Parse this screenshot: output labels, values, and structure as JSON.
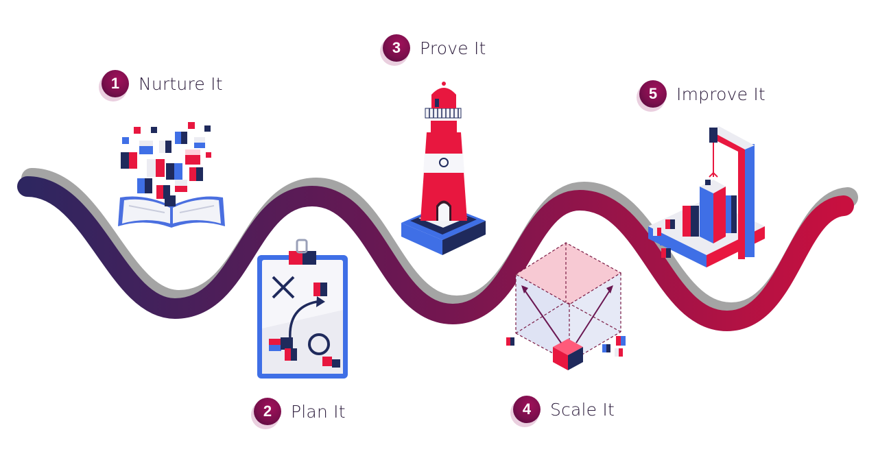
{
  "steps": [
    {
      "number": "1",
      "label": "Nurture It",
      "icon": "open-book-cubes-icon"
    },
    {
      "number": "2",
      "label": "Plan It",
      "icon": "clipboard-strategy-icon"
    },
    {
      "number": "3",
      "label": "Prove It",
      "icon": "lighthouse-icon"
    },
    {
      "number": "4",
      "label": "Scale It",
      "icon": "scaling-cube-icon"
    },
    {
      "number": "5",
      "label": "Improve It",
      "icon": "crane-building-icon"
    }
  ],
  "colors": {
    "path_start": "#2e2660",
    "path_mid": "#6a1752",
    "path_end": "#c8103f",
    "shadow": "#9a9a9a",
    "badge": "#7a0f4c",
    "red": "#e8173f",
    "blue": "#3f6fe6",
    "navy": "#1f2a5c",
    "light": "#eeeef2"
  }
}
